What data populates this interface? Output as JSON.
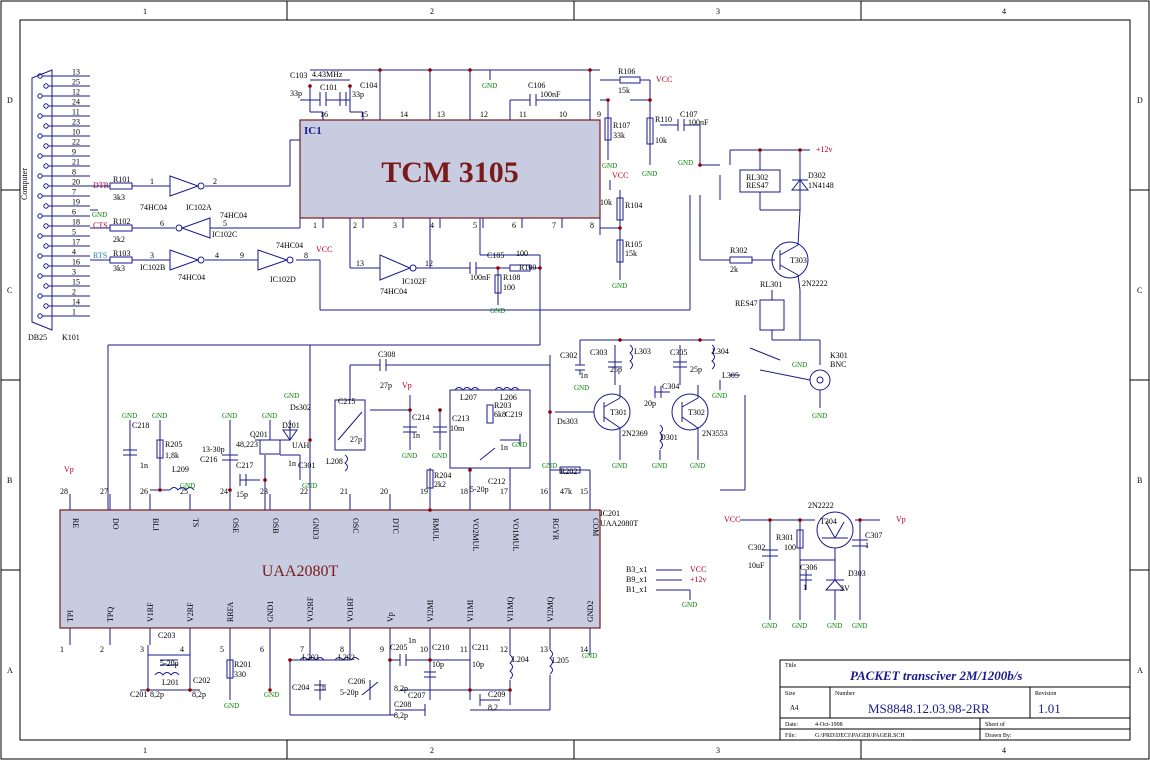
{
  "border": {
    "columns": [
      "1",
      "2",
      "3",
      "4"
    ],
    "rows": [
      "D",
      "C",
      "B",
      "A"
    ]
  },
  "connector": {
    "name": "DB25",
    "ref": "K101",
    "side_label": "Computer",
    "pins": [
      "13",
      "25",
      "12",
      "24",
      "11",
      "23",
      "10",
      "22",
      "9",
      "21",
      "8",
      "20",
      "7",
      "19",
      "6",
      "18",
      "5",
      "17",
      "4",
      "16",
      "3",
      "15",
      "2",
      "14",
      "1"
    ],
    "signals": {
      "dtr": "DTR",
      "cts": "CTS",
      "rts": "RTS"
    }
  },
  "ic_main": {
    "ref": "IC1",
    "name": "TCM 3105",
    "top_pins": [
      "16",
      "15",
      "14",
      "13",
      "12",
      "11",
      "10",
      "9"
    ],
    "bottom_pins": [
      "1",
      "2",
      "3",
      "4",
      "5",
      "6",
      "7",
      "8"
    ]
  },
  "ic_bottom": {
    "ref": "IC201",
    "part": "UAA2080T",
    "name": "UAA2080T",
    "top_pins": [
      {
        "num": "28",
        "label": "RE"
      },
      {
        "num": "27",
        "label": "DO"
      },
      {
        "num": "26",
        "label": "BLI"
      },
      {
        "num": "25",
        "label": "TS"
      },
      {
        "num": "24",
        "label": "OSE"
      },
      {
        "num": "23",
        "label": "OSB"
      },
      {
        "num": "22",
        "label": "GND3"
      },
      {
        "num": "21",
        "label": "OSC"
      },
      {
        "num": "20",
        "label": "DTC"
      },
      {
        "num": "19",
        "label": "RMUL"
      },
      {
        "num": "18",
        "label": "VO2MUL"
      },
      {
        "num": "17",
        "label": "VO1MUL"
      },
      {
        "num": "16",
        "label": "RGYR"
      },
      {
        "num": "15",
        "label": "COM"
      }
    ],
    "bottom_pins": [
      {
        "num": "1",
        "label": "TPI"
      },
      {
        "num": "2",
        "label": "TPQ"
      },
      {
        "num": "3",
        "label": "V1RF"
      },
      {
        "num": "4",
        "label": "V2RF"
      },
      {
        "num": "5",
        "label": "RRFA"
      },
      {
        "num": "6",
        "label": "GND1"
      },
      {
        "num": "7",
        "label": "VO2RF"
      },
      {
        "num": "8",
        "label": "VO1RF"
      },
      {
        "num": "9",
        "label": "Vp"
      },
      {
        "num": "10",
        "label": "VI2MI"
      },
      {
        "num": "11",
        "label": "VI1MI"
      },
      {
        "num": "12",
        "label": "VI1MQ"
      },
      {
        "num": "13",
        "label": "VI2MQ"
      },
      {
        "num": "14",
        "label": "GND2"
      }
    ]
  },
  "gates": [
    {
      "ref": "IC102A",
      "type": "74HC04",
      "in": "1",
      "out": "2"
    },
    {
      "ref": "IC102C",
      "type": "74HC04",
      "in": "5",
      "out": "6"
    },
    {
      "ref": "IC102B",
      "type": "74HC04",
      "in": "3",
      "out": "4"
    },
    {
      "ref": "IC102D",
      "type": "74HC04",
      "in": "9",
      "out": "8"
    },
    {
      "ref": "IC102F",
      "type": "74HC04",
      "in": "13",
      "out": "12"
    }
  ],
  "components": {
    "R101": "R101",
    "R101v": "3k3",
    "R102": "R102",
    "R102v": "2k2",
    "R103": "R103",
    "R103v": "3k3",
    "C103": "C103",
    "C103v": "33p",
    "X": "4.43MHz",
    "C101": "C101",
    "C104": "C104",
    "C104v": "33p",
    "C106": "C106",
    "C106v": "100nF",
    "R106": "R106",
    "R106v": "15k",
    "R107": "R107",
    "R107v": "33k",
    "R110": "R110",
    "R110v": "10k",
    "C107": "C107",
    "C107v": "100nF",
    "R104": "R104",
    "R104v": "10k",
    "R105": "R105",
    "R105v": "15k",
    "C105": "C105",
    "C105v": "100nF",
    "R108": "R108",
    "R108v": "100",
    "R109": "R109",
    "R109v": "100",
    "RL302": "RL302",
    "RES47": "RES47",
    "D302": "D302",
    "D302v": "1N4148",
    "R302": "R302",
    "R302v": "2k",
    "T303": "T303",
    "T303v": "2N2222",
    "RL301": "RL301",
    "K301": "K301",
    "K301v": "BNC",
    "C308": "C308",
    "C308v": "27p",
    "C302": "C302",
    "C302v": "1n",
    "C303": "C303",
    "C303v": "25p",
    "L303": "L303",
    "C305": "C305",
    "C305v": "25p",
    "L304": "L304",
    "L305": "L305",
    "C304": "C304",
    "C304v": "20p",
    "T301": "T301",
    "T301v": "2N2369",
    "T302": "T302",
    "T302v": "2N3553",
    "D301": "D301",
    "Ds303": "Ds303",
    "Ds302": "Ds302",
    "C215": "C215",
    "C215v": "27p",
    "L208": "L208",
    "C214": "C214",
    "C214v": "1n",
    "C213": "C213",
    "C213v": "10m",
    "L207": "L207",
    "L206": "L206",
    "R203": "R203",
    "R203v": "6k8",
    "C219": "C219",
    "C219v": "1n",
    "C212": "C212",
    "C212v": "5-20p",
    "R204": "R204",
    "R204v": "2k2",
    "R202": "R202",
    "R202v": "47k",
    "C218": "C218",
    "C218v": "1n",
    "R205": "R205",
    "R205v": "1,8k",
    "L209": "L209",
    "C216": "C216",
    "C216v": "13-30p",
    "C217": "C217",
    "C217v": "15p",
    "Q201": "Q201",
    "Q201v": "48,223",
    "D201": "D201",
    "D201v": "UAH",
    "C301": "C301",
    "C301v": "1n",
    "C203": "C203",
    "C203v": "5-20p",
    "C201": "C201",
    "C201v": "8,2p",
    "L201": "L201",
    "C202": "C202",
    "C202v": "8,2p",
    "R201": "R201",
    "R201v": "330",
    "L203": "L203",
    "L202": "L202",
    "C204": "C204",
    "C204v": "1n",
    "C206": "C206",
    "C206v": "5-20p",
    "C205": "C205",
    "C205v": "1n",
    "C210": "C210",
    "C210v": "10p",
    "C211": "C211",
    "C211v": "10p",
    "L204": "L204",
    "L205": "L205",
    "C207": "C207",
    "C207v": "8,2p",
    "C208": "C208",
    "C208v": "8,2p",
    "C209": "C209",
    "C209v": "8,2",
    "T304": "T304",
    "T304v": "2N2222",
    "R301": "R301",
    "R301v": "100",
    "C302b": "C302",
    "C302bv": "10uF",
    "C306": "C306",
    "C306v": "1",
    "C307": "C307",
    "C307v": "1",
    "D303": "D303",
    "D303v": "3V"
  },
  "nets": {
    "vcc": "VCC",
    "v12": "+12v",
    "vp": "Vp",
    "gnd": "GND"
  },
  "aux_pins": [
    {
      "label": "B3_x1",
      "net": "VCC"
    },
    {
      "label": "B9_x1",
      "net": "+12v"
    },
    {
      "label": "B1_x1",
      "net": ""
    }
  ],
  "title_block": {
    "title_label": "Title",
    "title": "PACKET transciver 2M/1200b/s",
    "size_label": "Size",
    "size": "A4",
    "number_label": "Number",
    "number": "MS8848.12.03.98-2RR",
    "revision_label": "Revision",
    "revision": "1.01",
    "date_label": "Date:",
    "date": "4-Oct-1998",
    "sheet_label": "Sheet   of",
    "file_label": "File:",
    "file": "G:\\PRD\\DECI\\PAGER\\PAGER.SCH",
    "drawn_label": "Drawn By:"
  }
}
